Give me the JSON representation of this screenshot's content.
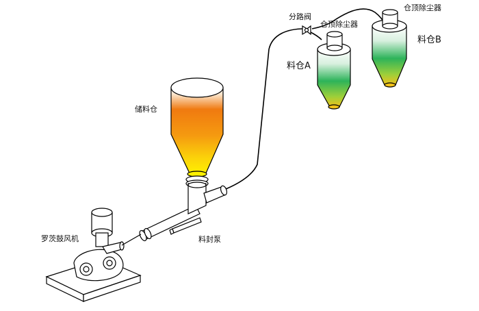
{
  "labels": {
    "blower": "罗茨鼓风机",
    "feeder": "料封泵",
    "storage_bin": "储料仓",
    "diverter": "分路阀",
    "dust_collector_a": "仓顶除尘器",
    "dust_collector_b": "仓顶除尘器",
    "bin_a": "料仓A",
    "bin_b": "料仓B"
  },
  "colors": {
    "storage_top": "#f07a10",
    "storage_bottom": "#fff200",
    "green": "#2db35a",
    "outline": "#000000"
  }
}
